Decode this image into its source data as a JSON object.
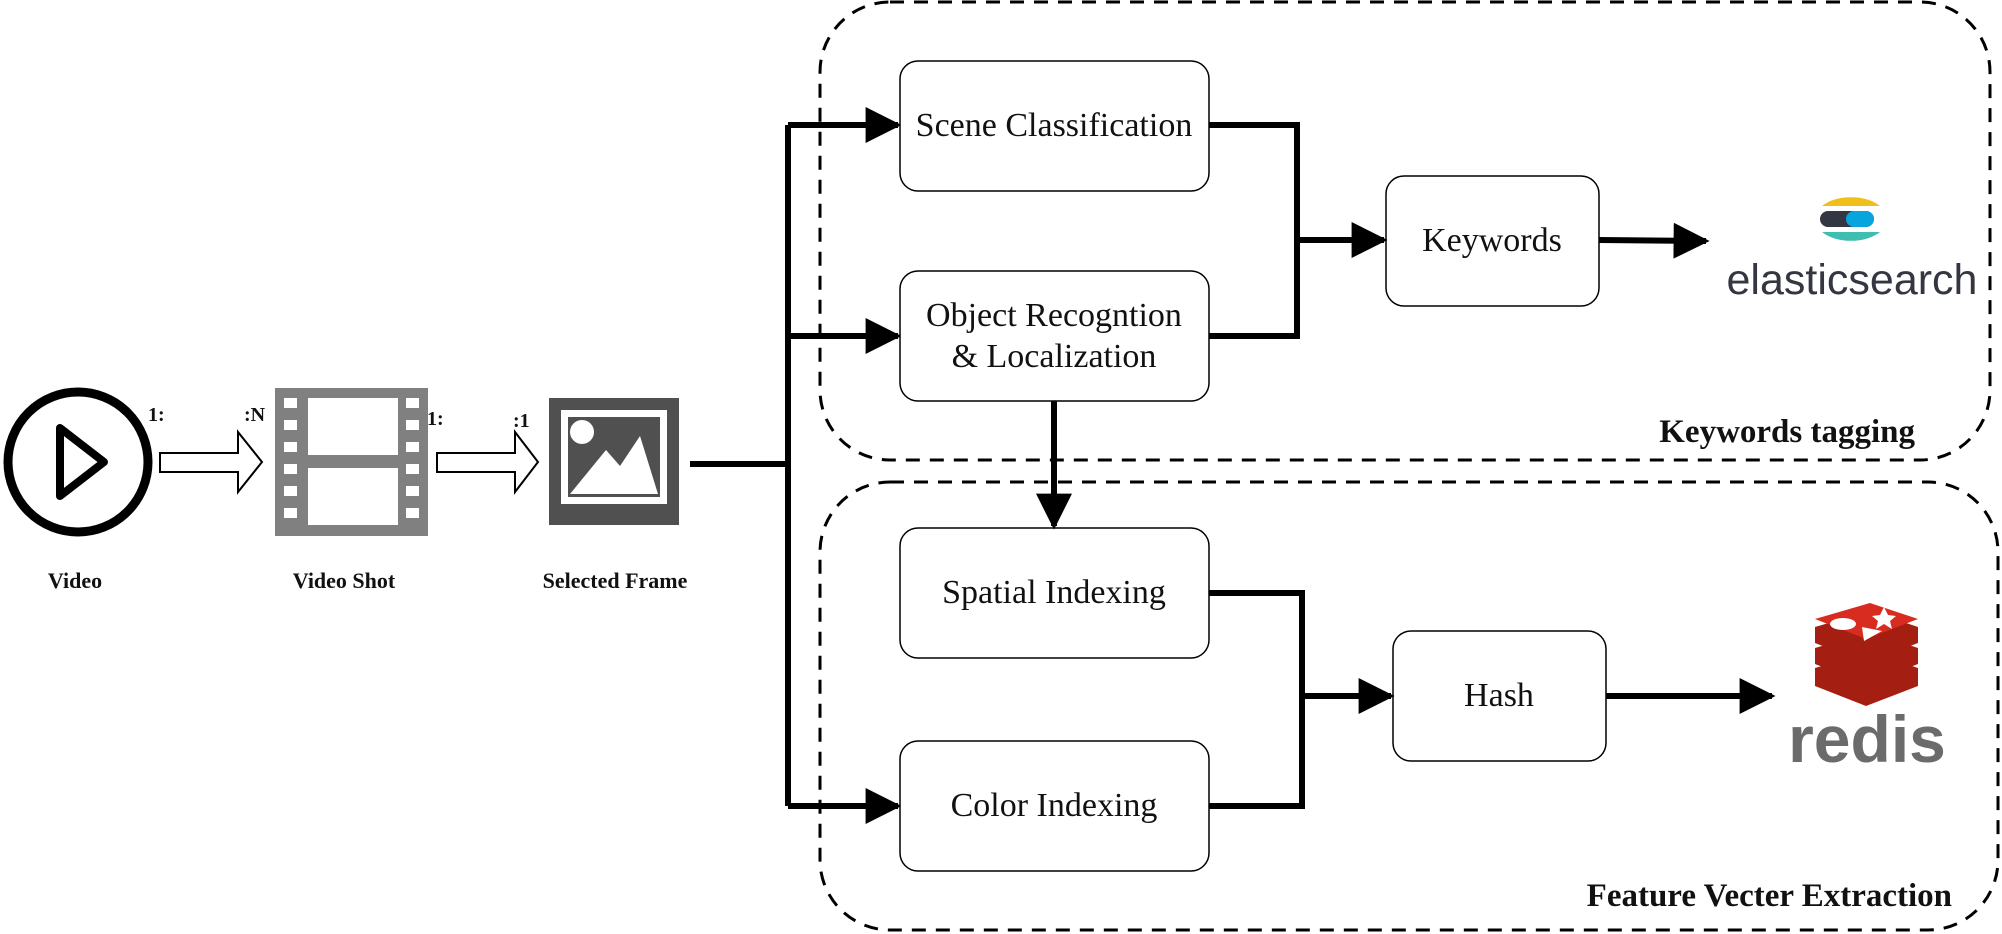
{
  "colors": {
    "line": "#000000",
    "icon_gray": "#808080",
    "frame_dark": "#505050",
    "elastic_yellow": "#F0BF1A",
    "elastic_blue": "#3EBEB0",
    "elastic_dark": "#343741",
    "elastic_cyan": "#07A5DE",
    "redis_red": "#D82C20",
    "redis_dark_red": "#A41E11",
    "redis_text": "#6B6B6B"
  },
  "pipeline": {
    "video": {
      "caption": "Video",
      "icon": "play-circle-icon"
    },
    "video_shot": {
      "caption": "Video Shot",
      "icon": "film-strip-icon"
    },
    "selected_frame": {
      "caption": "Selected Frame",
      "icon": "image-icon"
    },
    "ratio_video_left": "1:",
    "ratio_video_right": ":N",
    "ratio_shot_left": "1:",
    "ratio_shot_right": ":1"
  },
  "boxes": {
    "scene_classification": "Scene Classification",
    "object_recognition_line1": "Object Recogntion",
    "object_recognition_line2": "& Localization",
    "keywords": "Keywords",
    "spatial_indexing": "Spatial Indexing",
    "color_indexing": "Color Indexing",
    "hash": "Hash"
  },
  "groups": {
    "keywords_tagging": "Keywords tagging",
    "feature_extraction": "Feature Vecter Extraction"
  },
  "logos": {
    "elasticsearch": "elasticsearch",
    "redis": "redis"
  }
}
